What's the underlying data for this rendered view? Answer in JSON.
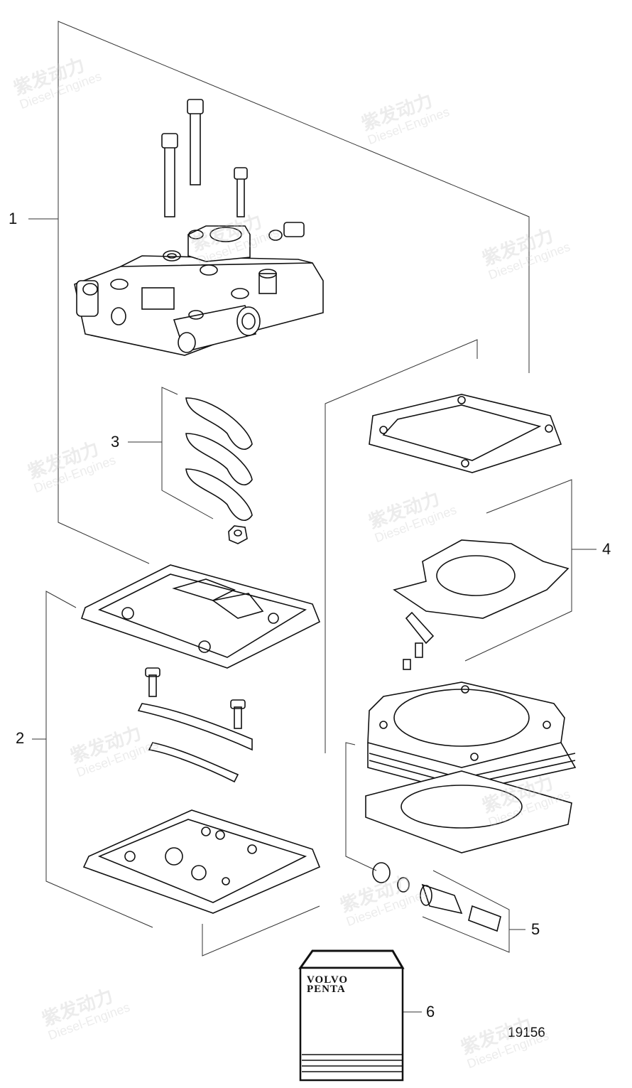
{
  "diagram": {
    "figure_number": "19156",
    "callouts": [
      "1",
      "2",
      "3",
      "4",
      "5",
      "6"
    ],
    "package_logo": [
      "VOLVO",
      "PENTA"
    ],
    "watermark": {
      "brand": "紫发动力",
      "subtitle": "Diesel-Engines"
    }
  }
}
